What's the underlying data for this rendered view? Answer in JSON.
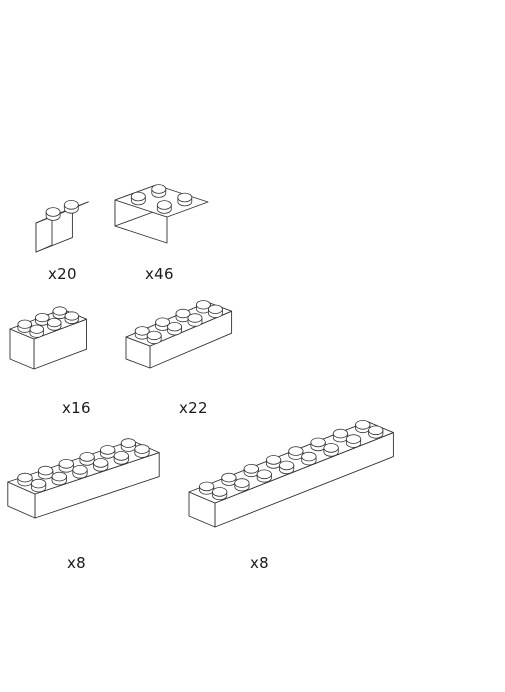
{
  "colors": {
    "background": "#ffffff",
    "outline": "#333333",
    "label": "#1a1a1a"
  },
  "bricks": [
    {
      "id": "brick-1x2",
      "studs_long": 2,
      "studs_wide": 1,
      "quantity_label": "x20"
    },
    {
      "id": "brick-2x2",
      "studs_long": 2,
      "studs_wide": 2,
      "quantity_label": "x46"
    },
    {
      "id": "brick-2x3",
      "studs_long": 3,
      "studs_wide": 2,
      "quantity_label": "x16"
    },
    {
      "id": "brick-2x4",
      "studs_long": 4,
      "studs_wide": 2,
      "quantity_label": "x22"
    },
    {
      "id": "brick-2x6",
      "studs_long": 6,
      "studs_wide": 2,
      "quantity_label": "x8"
    },
    {
      "id": "brick-2x8",
      "studs_long": 8,
      "studs_wide": 2,
      "quantity_label": "x8"
    }
  ]
}
